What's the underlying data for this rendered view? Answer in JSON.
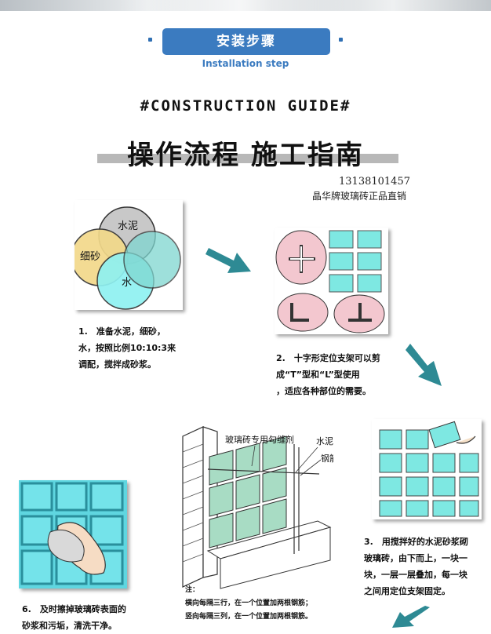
{
  "section_title": "安装步骤",
  "section_subtitle": "Installation step",
  "construction_guide": "#CONSTRUCTION GUIDE#",
  "main_heading": "操作流程 施工指南",
  "phone": "13138101457",
  "brand_line": "晶华牌玻璃砖正品直销",
  "colors": {
    "accent": "#3b7bc0",
    "arrow": "#2e8a94",
    "glass": "#7ee8e2",
    "water": "#8ff1f1",
    "cement": "#c8c8c8",
    "sand": "#f2d98a"
  },
  "step1": {
    "circle_labels": [
      "水泥",
      "细砂",
      "水"
    ],
    "lines": [
      "1.　准备水泥，细砂，",
      "水，按照比例10:10:3来",
      "调配，搅拌成砂浆。"
    ]
  },
  "step2": {
    "lines": [
      "2.　十字形定位支架可以剪",
      "成“T”型和“L”型使用",
      "，适应各种部位的需要。"
    ]
  },
  "step3": {
    "lines": [
      "3.　用搅拌好的水泥砂浆砌",
      "玻璃砖，由下而上，一块一",
      "块，一层一层叠加，每一块",
      "之间用定位支架固定。"
    ]
  },
  "center_diagram": {
    "labels": [
      "玻璃砖专用勾缝剂",
      "水泥",
      "钢筋"
    ],
    "notes": [
      "注：",
      "横向每隔三行，在一个位置加两根钢筋；",
      "竖向每隔三列，在一个位置加两根钢筋。"
    ]
  },
  "step6": {
    "lines": [
      "6.　及时擦掉玻璃砖表面的",
      "砂浆和污垢，清洗干净。"
    ]
  }
}
